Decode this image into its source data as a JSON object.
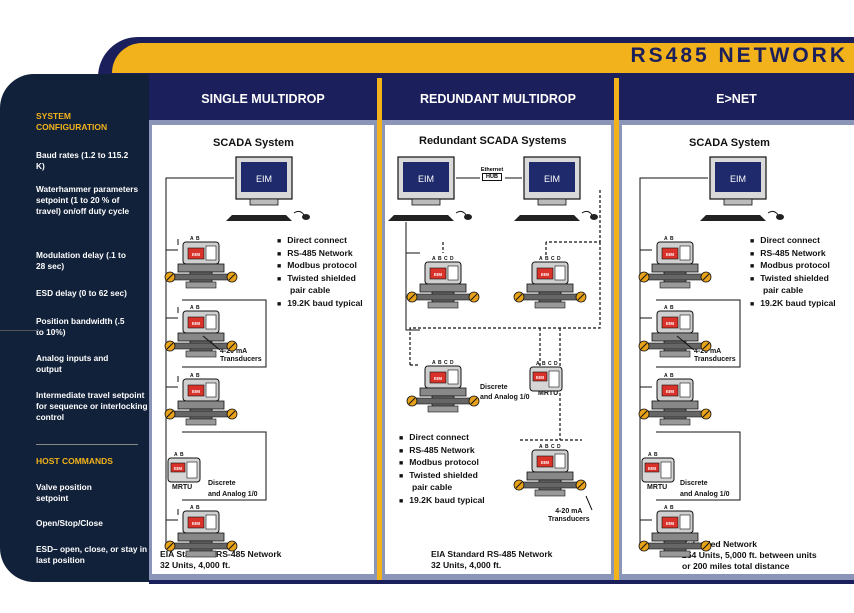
{
  "banner": {
    "title": "RS485 NETWORK"
  },
  "sidebar": {
    "system_heading": "SYSTEM CONFIGURATION",
    "system_items": [
      "Baud rates (1.2 to 115.2 K)",
      "Waterhammer parameters setpoint (1 to 20 % of travel) on/off duty cycle",
      "Modulation delay (.1 to 28 sec)",
      "ESD delay (0 to 62 sec)",
      "Position bandwidth (.5 to 10%)",
      "Analog inputs and output",
      "Intermediate travel setpoint for sequence or interlocking control"
    ],
    "host_heading": "HOST COMMANDS",
    "host_items": [
      "Valve position setpoint",
      "Open/Stop/Close",
      "ESD– open, close, or stay in last position"
    ]
  },
  "columns": [
    {
      "heading": "SINGLE MULTIDROP",
      "scada_label": "SCADA System",
      "screen_text": "EIM",
      "bullets": [
        "Direct connect",
        "RS-485 Network",
        "Modbus protocol",
        "Twisted shielded",
        "pair cable",
        "19.2K baud typical"
      ],
      "transducer_label": [
        "4-20 mA",
        "Transducers"
      ],
      "mrtu_label": "MRTU",
      "discrete_label": [
        "Discrete",
        "and Analog 1/0"
      ],
      "footer": [
        "EIA Standard RS-485 Network",
        "32 Units, 4,000 ft."
      ]
    },
    {
      "heading": "REDUNDANT MULTIDROP",
      "scada_label": "Redundant SCADA  Systems",
      "screen_text": "EIM",
      "ethernet_label": [
        "Ethernet",
        "HUB"
      ],
      "bullets": [
        "Direct connect",
        "RS-485 Network",
        "Modbus protocol",
        "Twisted shielded",
        "pair cable",
        "19.2K baud typical"
      ],
      "transducer_label": [
        "4-20 mA",
        "Transducers"
      ],
      "mrtu_label": "MRTU",
      "discrete_label": [
        "Discrete",
        "and Analog 1/0"
      ],
      "footer": [
        "EIA Standard RS-485 Network",
        "32 Units, 4,000 ft."
      ]
    },
    {
      "heading": "E>NET",
      "scada_label": "SCADA System",
      "screen_text": "EIM",
      "bullets": [
        "Direct connect",
        "RS-485 Network",
        "Modbus protocol",
        "Twisted shielded",
        "pair cable",
        "19.2K baud typical"
      ],
      "transducer_label": [
        "4-20 mA",
        "Transducers"
      ],
      "mrtu_label": "MRTU",
      "discrete_label": [
        "Discrete",
        "and Analog 1/0"
      ],
      "footer": [
        "Extended Network",
        "254 Units, 5,000 ft. between units",
        "or 200 miles total distance"
      ]
    }
  ],
  "device_text": {
    "actuator_label": "EIM",
    "terminals_ab": [
      "A",
      "B"
    ],
    "terminals_abcd": [
      "A",
      "B",
      "C",
      "D"
    ]
  },
  "colors": {
    "navy": "#1b1f5b",
    "gold": "#f2b21b",
    "panel": "#8a95b8",
    "sidebar": "#12213a",
    "red": "#d8322a"
  }
}
